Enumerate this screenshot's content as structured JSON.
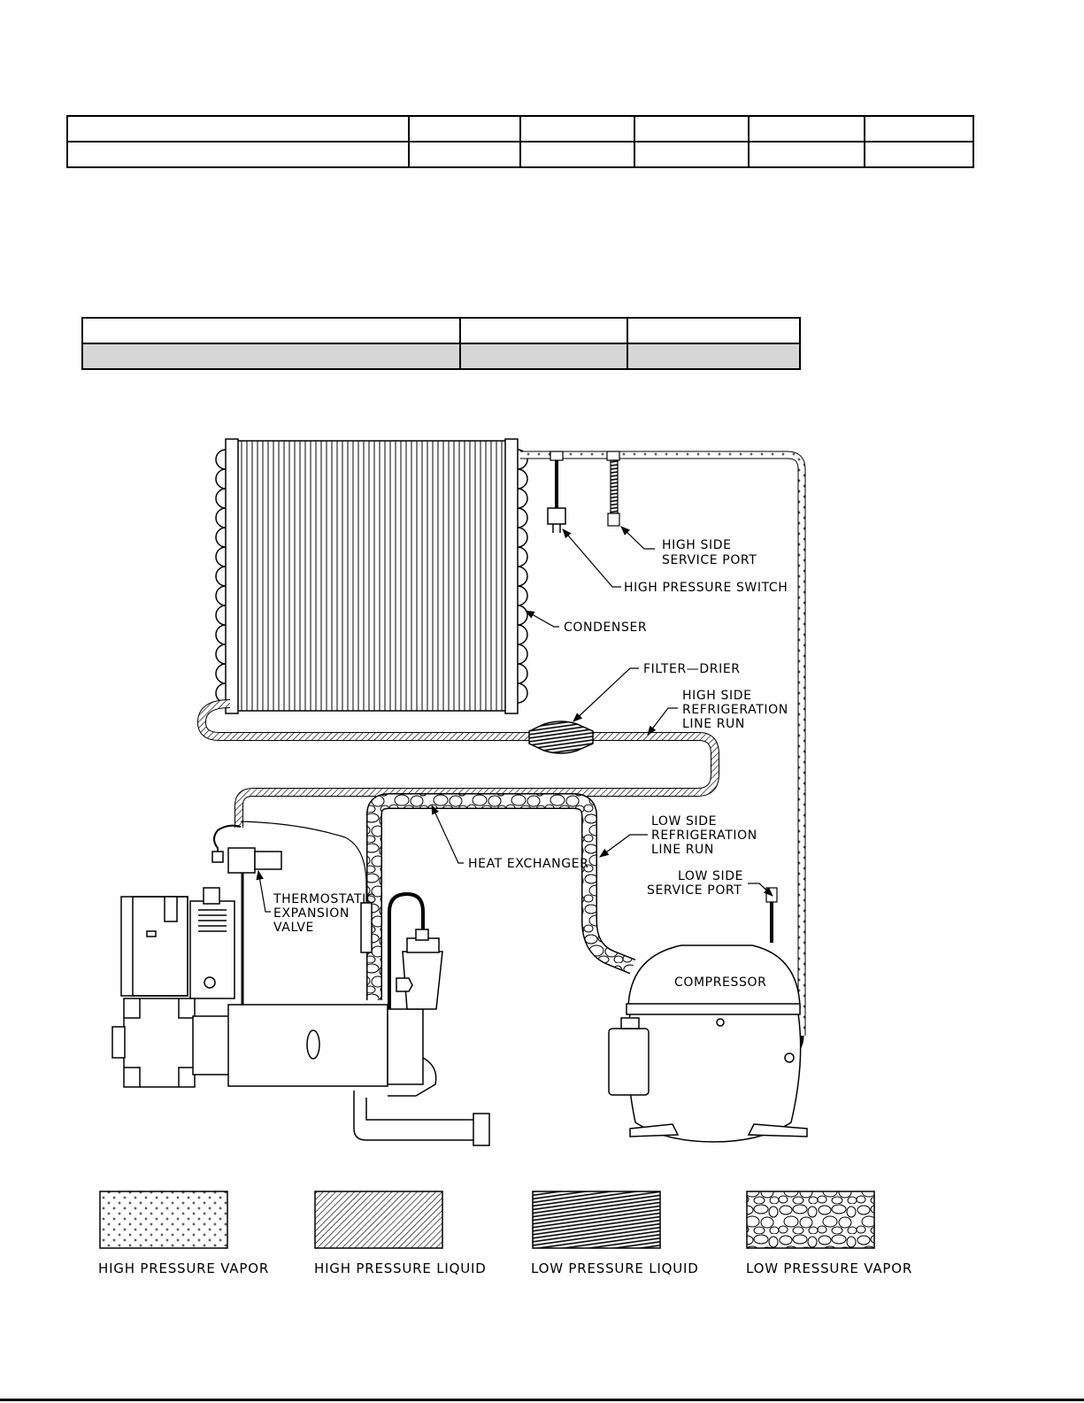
{
  "labels": {
    "high_side_service_port": [
      "HIGH SIDE",
      "SERVICE PORT"
    ],
    "high_pressure_switch": "HIGH PRESSURE SWITCH",
    "condenser": "CONDENSER",
    "filter_drier": "FILTER—DRIER",
    "high_side_line_run": [
      "HIGH SIDE",
      "REFRIGERATION",
      "LINE RUN"
    ],
    "low_side_line_run": [
      "LOW SIDE",
      "REFRIGERATION",
      "LINE RUN"
    ],
    "heat_exchanger": "HEAT EXCHANGER",
    "low_side_service_port": [
      "LOW SIDE",
      "SERVICE PORT"
    ],
    "thermostatic_expansion_valve": [
      "THERMOSTATIC",
      "EXPANSION",
      "VALVE"
    ],
    "compressor": "COMPRESSOR"
  },
  "legend": [
    {
      "pattern": "dots",
      "label": "HIGH PRESSURE VAPOR"
    },
    {
      "pattern": "hatch",
      "label": "HIGH PRESSURE LIQUID"
    },
    {
      "pattern": "dense-lines",
      "label": "LOW PRESSURE LIQUID"
    },
    {
      "pattern": "pebbles",
      "label": "LOW PRESSURE VAPOR"
    }
  ]
}
